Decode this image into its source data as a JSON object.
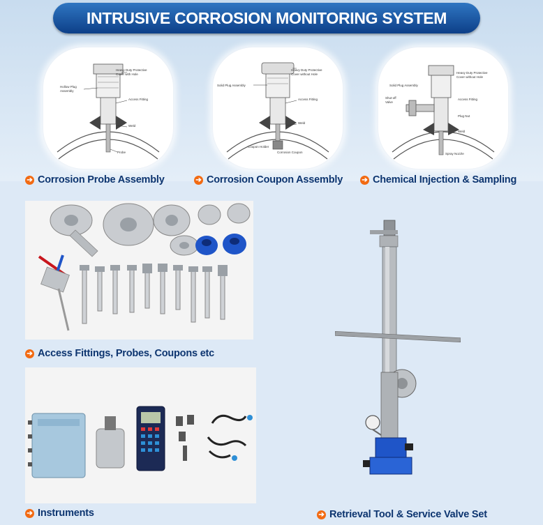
{
  "banner": {
    "title": "INTRUSIVE CORROSION MONITORING SYSTEM"
  },
  "diagrams": [
    {
      "caption": "Corrosion Probe Assembly",
      "labels": [
        "Heavy Duty Protective",
        "Cover with Hole",
        "Hollow Plug",
        "Assembly",
        "Access Fitting",
        "Weld",
        "Probe"
      ]
    },
    {
      "caption": "Corrosion Coupon Assembly",
      "labels": [
        "Heavy Duty Protective",
        "Cover without Hole",
        "Solid Plug Assembly",
        "Access Fitting",
        "Weld",
        "Coupon Holder",
        "Corrosion Coupon"
      ]
    },
    {
      "caption": "Chemical Injection & Sampling",
      "labels": [
        "Heavy Duty Protective",
        "Cover without Hole",
        "Solid Plug Assembly",
        "Shut-off",
        "Valve",
        "Access Fitting",
        "Plug Nut",
        "Weld",
        "Spray Nozzle"
      ]
    }
  ],
  "photos": {
    "fittings": {
      "caption": "Access Fittings, Probes, Coupons etc"
    },
    "instruments": {
      "caption": "Instruments"
    },
    "retrieval": {
      "caption": "Retrieval Tool & Service Valve Set"
    }
  },
  "colors": {
    "banner": "#1a56a6",
    "caption_text": "#0d3570",
    "caption_arrow": "#f26a12",
    "plug_blue": "#1f55c8"
  }
}
